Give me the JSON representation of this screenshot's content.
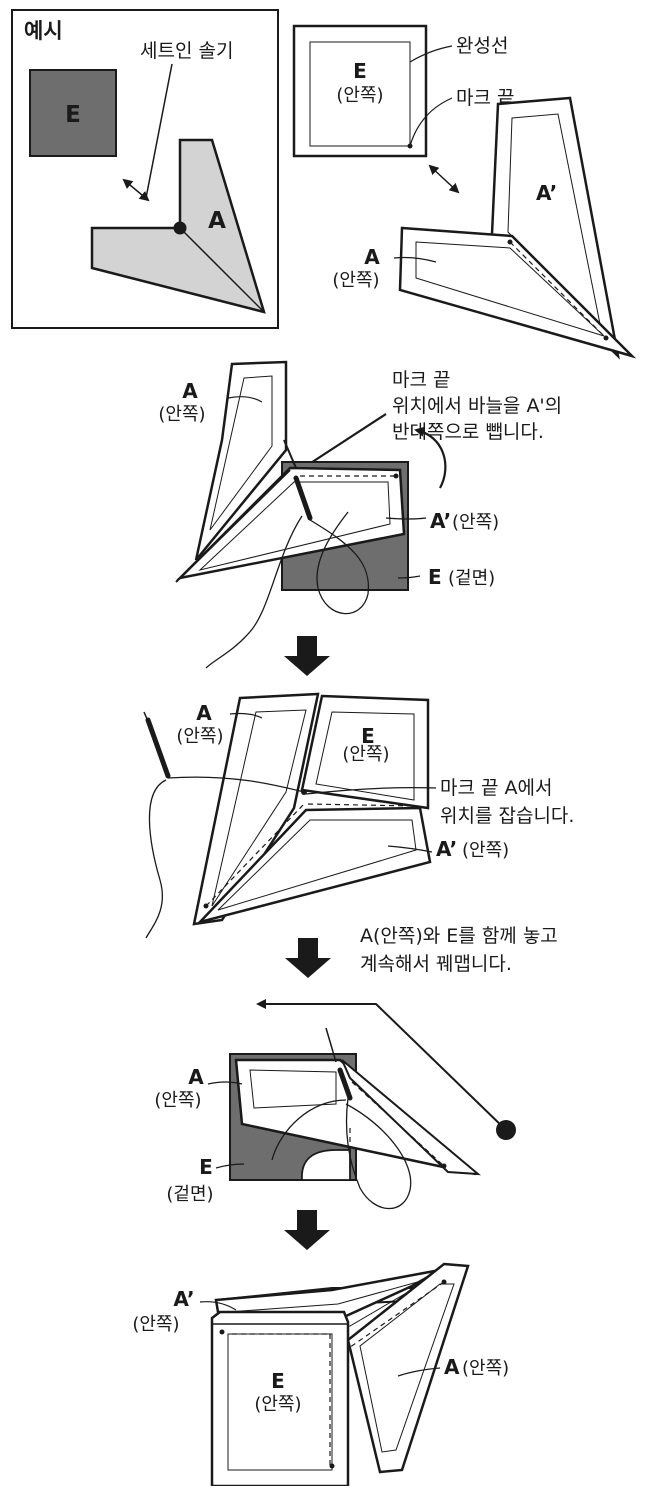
{
  "colors": {
    "ink": "#1a1a1a",
    "dark_fabric": "#6e6e6e",
    "light_fabric": "#d3d3d3",
    "paper": "#ffffff"
  },
  "example": {
    "title": "예시",
    "seam_label": "세트인 솔기",
    "piece_e": "E",
    "piece_a": "A"
  },
  "step1": {
    "e_label": "E",
    "e_side": "(안쪽)",
    "finish_line": "완성선",
    "mark_end": "마크 끝",
    "a_prime": "A’",
    "a_label": "A",
    "a_side": "(안쪽)"
  },
  "step2": {
    "a_label": "A",
    "a_side": "(안쪽)",
    "note_line1": "마크 끝",
    "note_line2": "위치에서 바늘을 A'의",
    "note_line3": "반대쪽으로 뺍니다.",
    "a_prime": "A’",
    "a_prime_side": "(안쪽)",
    "e_label": "E",
    "e_side": "(겉면)"
  },
  "step3": {
    "a_label": "A",
    "a_side": "(안쪽)",
    "e_label": "E",
    "e_side": "(안쪽)",
    "note_line1": "마크 끝 A에서",
    "note_line2": "위치를 잡습니다.",
    "a_prime": "A’",
    "a_prime_side": "(안쪽)"
  },
  "arrow_note": {
    "line1": "A(안쪽)와 E를 함께 놓고",
    "line2": "계속해서 꿰맵니다."
  },
  "step4": {
    "a_label": "A",
    "a_side": "(안쪽)",
    "e_label": "E",
    "e_side": "(겉면)"
  },
  "step5": {
    "a_prime": "A’",
    "a_prime_side": "(안쪽)",
    "e_label": "E",
    "e_side": "(안쪽)",
    "a_label": "A",
    "a_side": "(안쪽)"
  }
}
